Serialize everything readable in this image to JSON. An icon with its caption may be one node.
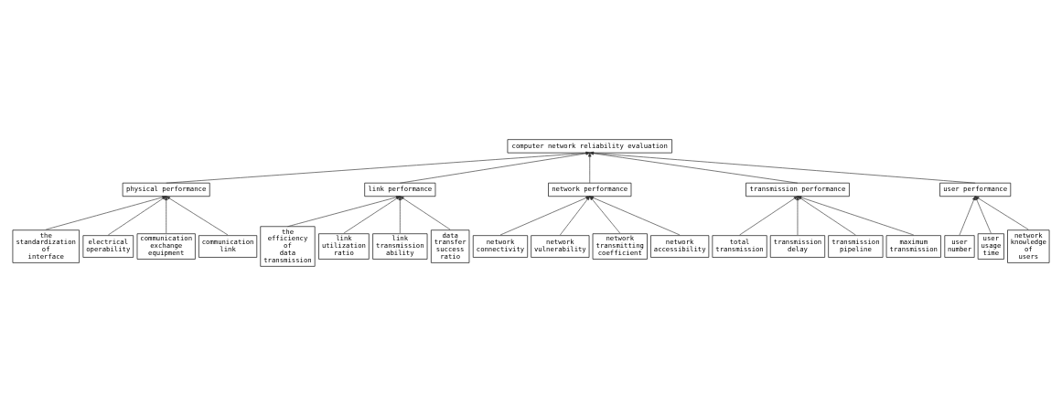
{
  "diagram": {
    "nodes": [
      {
        "text": [
          "computer network reliability evaluation"
        ]
      },
      {
        "text": [
          "physical performance"
        ]
      },
      {
        "text": [
          "link performance"
        ]
      },
      {
        "text": [
          "network performance"
        ]
      },
      {
        "text": [
          "transmission performance"
        ]
      },
      {
        "text": [
          "user performance"
        ]
      },
      {
        "text": [
          "the standardization of interface"
        ]
      },
      {
        "text": [
          "electrical operability"
        ]
      },
      {
        "text": [
          "communication exchange equipment"
        ]
      },
      {
        "text": [
          "communication link"
        ]
      },
      {
        "text": [
          "the efficiency of data transmission"
        ]
      },
      {
        "text": [
          "link utilization ratio"
        ]
      },
      {
        "text": [
          "link transmission ability"
        ]
      },
      {
        "text": [
          "data transfer success ratio"
        ]
      },
      {
        "text": [
          "network connectivity"
        ]
      },
      {
        "text": [
          "network vulnerability"
        ]
      },
      {
        "text": [
          "network transmitting coefficient"
        ]
      },
      {
        "text": [
          "network accessibility"
        ]
      },
      {
        "text": [
          "total transmission"
        ]
      },
      {
        "text": [
          "transmission delay"
        ]
      },
      {
        "text": [
          "transmission pipeline"
        ]
      },
      {
        "text": [
          "maximum transmission"
        ]
      },
      {
        "text": [
          "user number"
        ]
      },
      {
        "text": [
          "user usage time"
        ]
      },
      {
        "text": [
          "network knowledge of users"
        ]
      }
    ],
    "edges": [
      {
        "from": 1,
        "to": 0,
        "arrow": "to"
      },
      {
        "from": 2,
        "to": 0,
        "arrow": "to"
      },
      {
        "from": 3,
        "to": 0,
        "arrow": "to"
      },
      {
        "from": 4,
        "to": 0,
        "arrow": "to"
      },
      {
        "from": 5,
        "to": 0,
        "arrow": "to"
      },
      {
        "from": 6,
        "to": 1,
        "arrow": "to"
      },
      {
        "from": 7,
        "to": 1,
        "arrow": "to"
      },
      {
        "from": 8,
        "to": 1,
        "arrow": "to"
      },
      {
        "from": 9,
        "to": 1,
        "arrow": "to"
      },
      {
        "from": 10,
        "to": 2,
        "arrow": "to"
      },
      {
        "from": 11,
        "to": 2,
        "arrow": "to"
      },
      {
        "from": 12,
        "to": 2,
        "arrow": "to"
      },
      {
        "from": 13,
        "to": 2,
        "arrow": "to"
      },
      {
        "from": 14,
        "to": 3,
        "arrow": "to"
      },
      {
        "from": 15,
        "to": 3,
        "arrow": "to"
      },
      {
        "from": 16,
        "to": 3,
        "arrow": "to"
      },
      {
        "from": 17,
        "to": 3,
        "arrow": "to"
      },
      {
        "from": 18,
        "to": 4,
        "arrow": "to"
      },
      {
        "from": 19,
        "to": 4,
        "arrow": "to"
      },
      {
        "from": 20,
        "to": 4,
        "arrow": "to"
      },
      {
        "from": 21,
        "to": 4,
        "arrow": "to"
      },
      {
        "from": 22,
        "to": 5,
        "arrow": "to"
      },
      {
        "from": 23,
        "to": 5,
        "arrow": "to"
      },
      {
        "from": 24,
        "to": 5,
        "arrow": "to"
      }
    ]
  }
}
